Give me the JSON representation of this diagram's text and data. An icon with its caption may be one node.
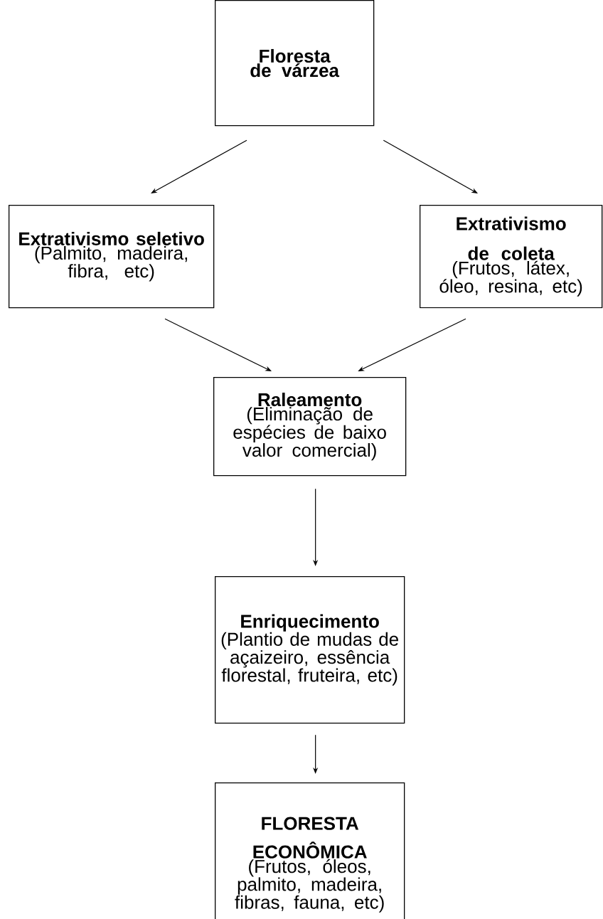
{
  "diagram": {
    "nodes": [
      {
        "text": [
          "Floresta de várzea"
        ]
      },
      {
        "text": [
          "Extrativismo seletivo",
          "(Palmito, madeira, fibra, etc)"
        ]
      },
      {
        "text": [
          "Extrativismo de coleta",
          "(Frutos, látex, óleo, resina, etc)"
        ]
      },
      {
        "text": [
          "Raleamento",
          "(Eliminação de espécies de baixo valor comercial)"
        ]
      },
      {
        "text": [
          "Enriquecimento",
          "(Plantio de mudas de açaizeiro, essência florestal, fruteira, etc)"
        ]
      },
      {
        "text": [
          "FLORESTA ECONÔMICA",
          "(Frutos, óleos, palmito, madeira, fibras, fauna, etc)"
        ]
      }
    ],
    "edges": [
      {
        "from": 0,
        "to": 1,
        "arrow": "to"
      },
      {
        "from": 0,
        "to": 2,
        "arrow": "to"
      },
      {
        "from": 1,
        "to": 3,
        "arrow": "to"
      },
      {
        "from": 2,
        "to": 3,
        "arrow": "to"
      },
      {
        "from": 3,
        "to": 4,
        "arrow": "to"
      },
      {
        "from": 4,
        "to": 5,
        "arrow": "to"
      }
    ]
  }
}
